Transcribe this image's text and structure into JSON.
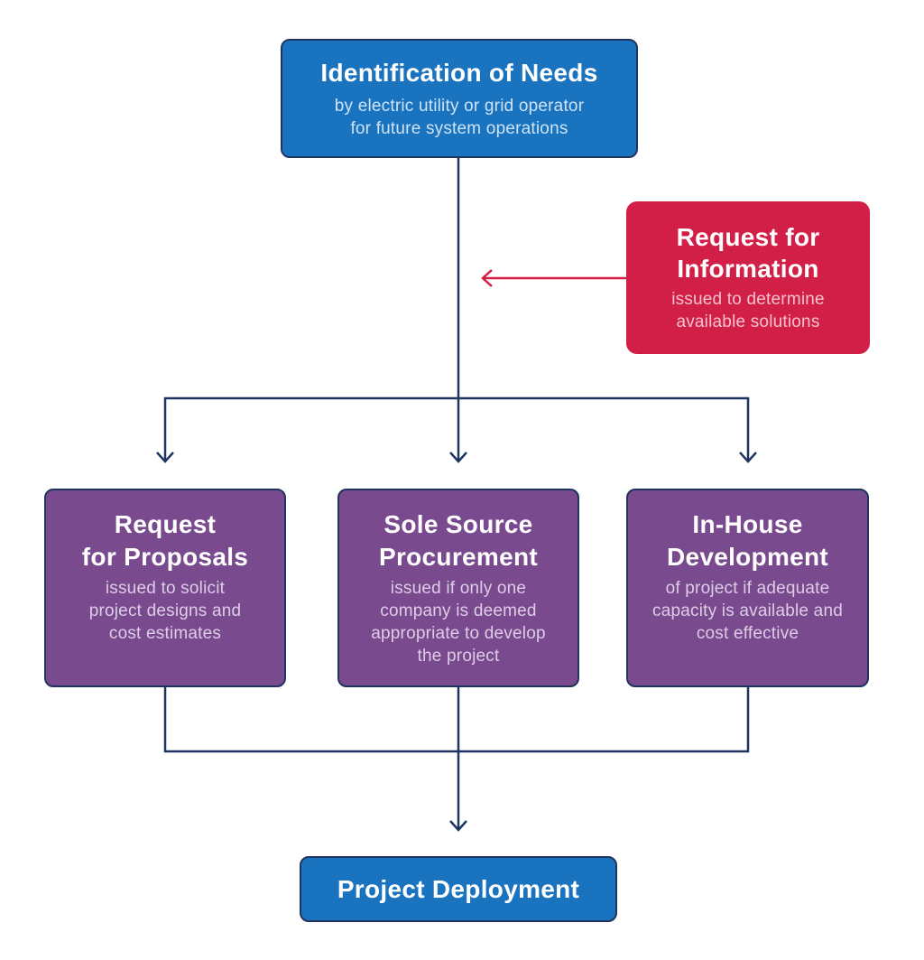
{
  "diagram": {
    "needs": {
      "title": "Identification of Needs",
      "subtitle": "by electric utility or grid operator\nfor future system operations"
    },
    "rfi": {
      "title": "Request for\nInformation",
      "subtitle": "issued to determine\navailable solutions"
    },
    "rfp": {
      "title": "Request\nfor Proposals",
      "subtitle": "issued to solicit\nproject designs and\ncost estimates"
    },
    "sole_source": {
      "title": "Sole Source\nProcurement",
      "subtitle": "issued if only one\ncompany is deemed\nappropriate to develop\nthe project"
    },
    "in_house": {
      "title": "In-House\nDevelopment",
      "subtitle": "of project if adequate\ncapacity is available and\ncost effective"
    },
    "deployment": {
      "title": "Project Deployment"
    }
  },
  "colors": {
    "blue_box": "#1a73bf",
    "red_box": "#d21f48",
    "purple_box": "#7a4a8f",
    "connector": "#1f3560",
    "rfi_arrow": "#d21f48"
  }
}
